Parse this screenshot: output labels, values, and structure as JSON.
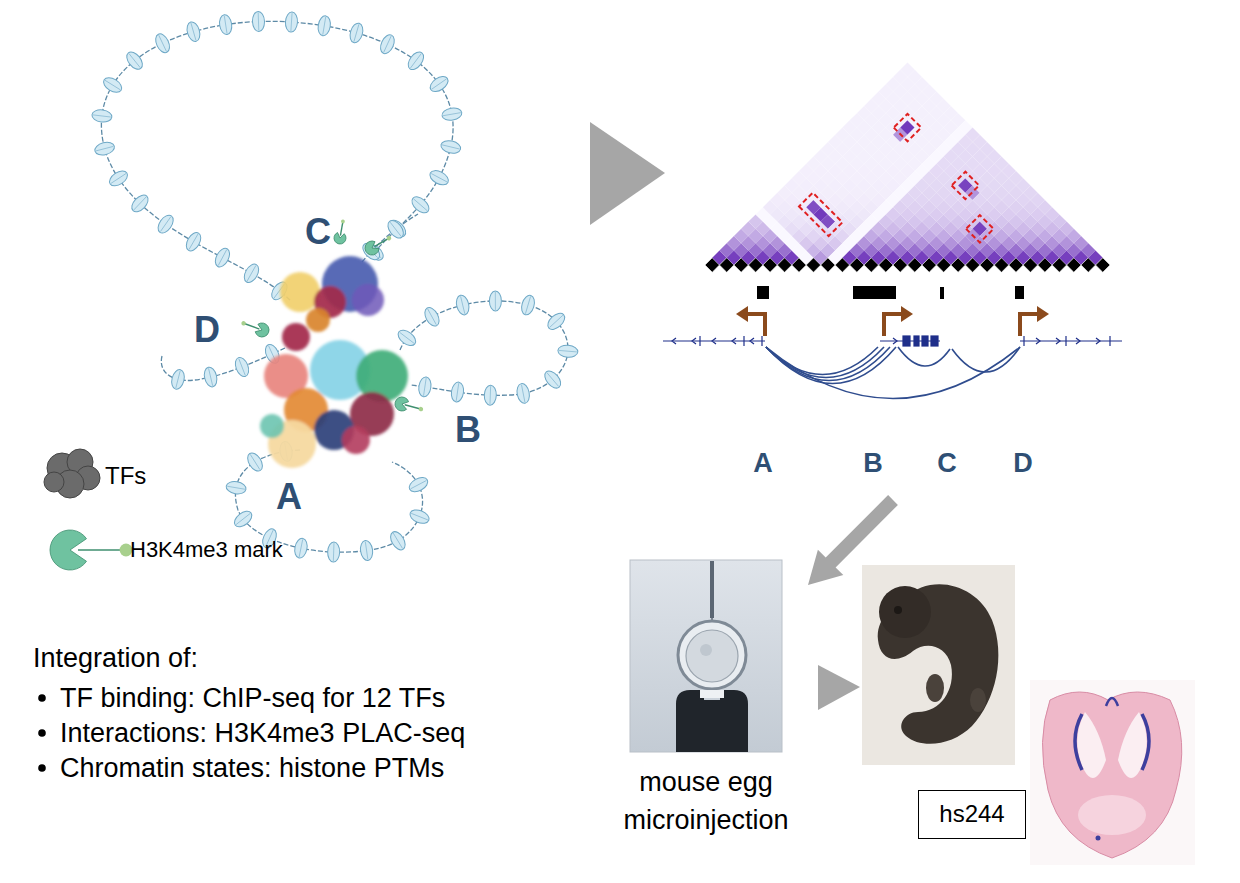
{
  "diagram": {
    "nodes": [
      {
        "text": [
          "mouse egg microinjection"
        ]
      },
      {
        "text": [
          "hs244"
        ]
      }
    ],
    "labels": [
      "C",
      "D",
      "B",
      "A",
      "A",
      "B",
      "C",
      "D",
      "Integration of:",
      "TF binding: ChIP-seq for 12 TFs",
      "Interactions: H3K4me3 PLAC-seq",
      "Chromatin states: histone PTMs"
    ],
    "legend": [
      {
        "text": "TFs"
      },
      {
        "text": "H3K4me3 mark"
      }
    ]
  }
}
